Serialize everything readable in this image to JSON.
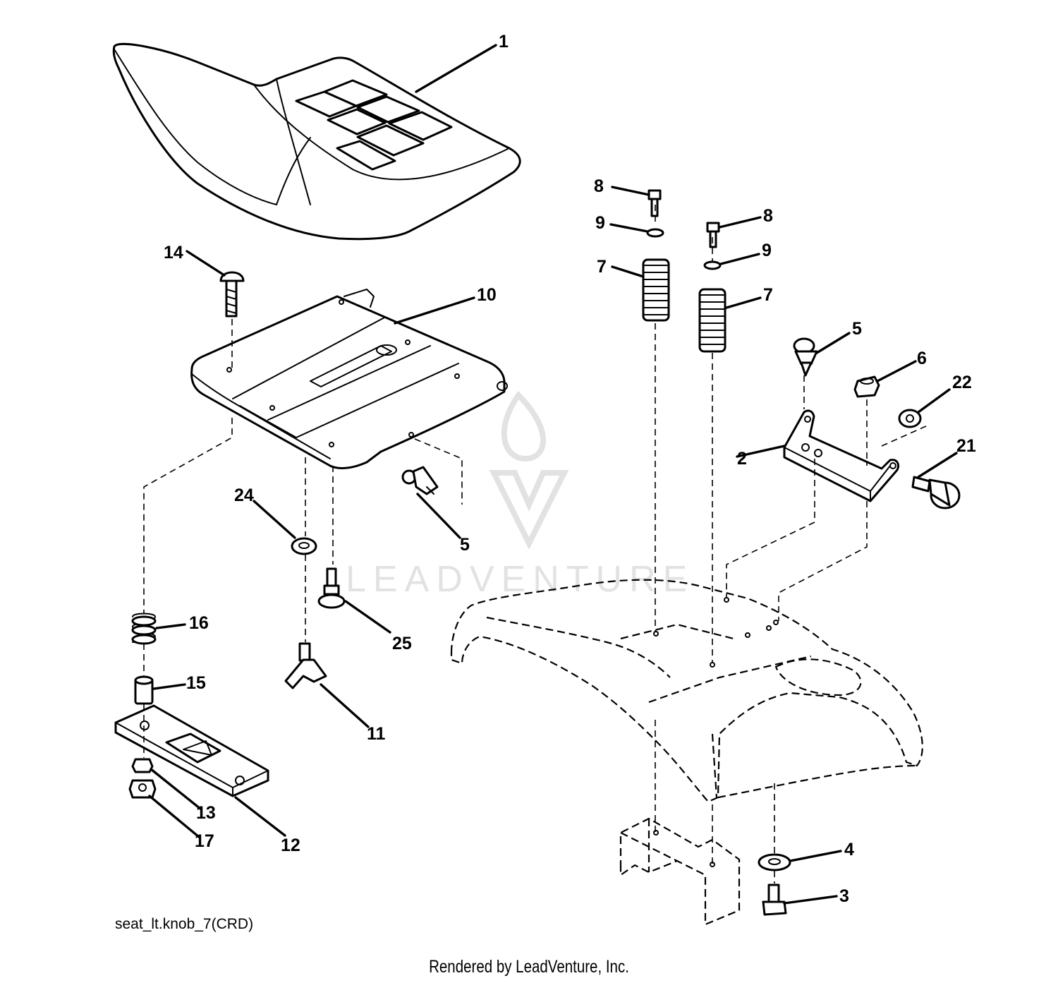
{
  "diagram": {
    "callouts": [
      {
        "id": "1",
        "label": "1"
      },
      {
        "id": "2",
        "label": "2"
      },
      {
        "id": "3",
        "label": "3"
      },
      {
        "id": "4",
        "label": "4"
      },
      {
        "id": "5a",
        "label": "5"
      },
      {
        "id": "5b",
        "label": "5"
      },
      {
        "id": "6",
        "label": "6"
      },
      {
        "id": "7a",
        "label": "7"
      },
      {
        "id": "7b",
        "label": "7"
      },
      {
        "id": "8a",
        "label": "8"
      },
      {
        "id": "8b",
        "label": "8"
      },
      {
        "id": "9a",
        "label": "9"
      },
      {
        "id": "9b",
        "label": "9"
      },
      {
        "id": "10",
        "label": "10"
      },
      {
        "id": "11",
        "label": "11"
      },
      {
        "id": "12",
        "label": "12"
      },
      {
        "id": "13",
        "label": "13"
      },
      {
        "id": "14",
        "label": "14"
      },
      {
        "id": "15",
        "label": "15"
      },
      {
        "id": "16",
        "label": "16"
      },
      {
        "id": "17",
        "label": "17"
      },
      {
        "id": "21",
        "label": "21"
      },
      {
        "id": "22",
        "label": "22"
      },
      {
        "id": "24",
        "label": "24"
      },
      {
        "id": "25",
        "label": "25"
      }
    ],
    "figure_code": "seat_lt.knob_7(CRD)",
    "watermark_text": "LEADVENTURE",
    "credit": "Rendered by LeadVenture, Inc."
  }
}
